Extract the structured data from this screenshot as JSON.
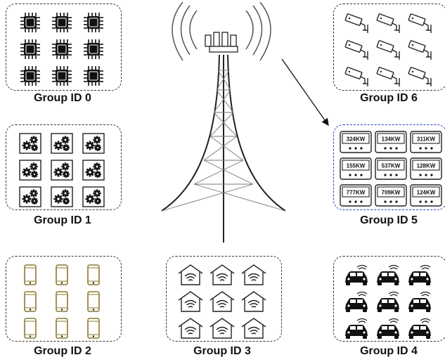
{
  "groups": [
    {
      "id": "g0",
      "label": "Group ID 0",
      "icon": "cpu-chip-icon"
    },
    {
      "id": "g1",
      "label": "Group ID 1",
      "icon": "gears-icon"
    },
    {
      "id": "g2",
      "label": "Group ID 2",
      "icon": "smartphone-icon"
    },
    {
      "id": "g3",
      "label": "Group ID 3",
      "icon": "smart-home-icon"
    },
    {
      "id": "g4",
      "label": "Group ID 4",
      "icon": "connected-car-icon"
    },
    {
      "id": "g5",
      "label": "Group ID 5",
      "icon": "smart-meter-icon",
      "readings": [
        "324KW",
        "134KW",
        "311KW",
        "155KW",
        "537KW",
        "128KW",
        "777KW",
        "709KW",
        "124KW"
      ]
    },
    {
      "id": "g6",
      "label": "Group ID 6",
      "icon": "security-camera-icon"
    }
  ],
  "tower": {
    "icon": "cell-tower-icon"
  },
  "colors": {
    "highlight_border": "#2b3fd6",
    "phone_outline": "#8a7a2a",
    "stroke": "#222222"
  }
}
